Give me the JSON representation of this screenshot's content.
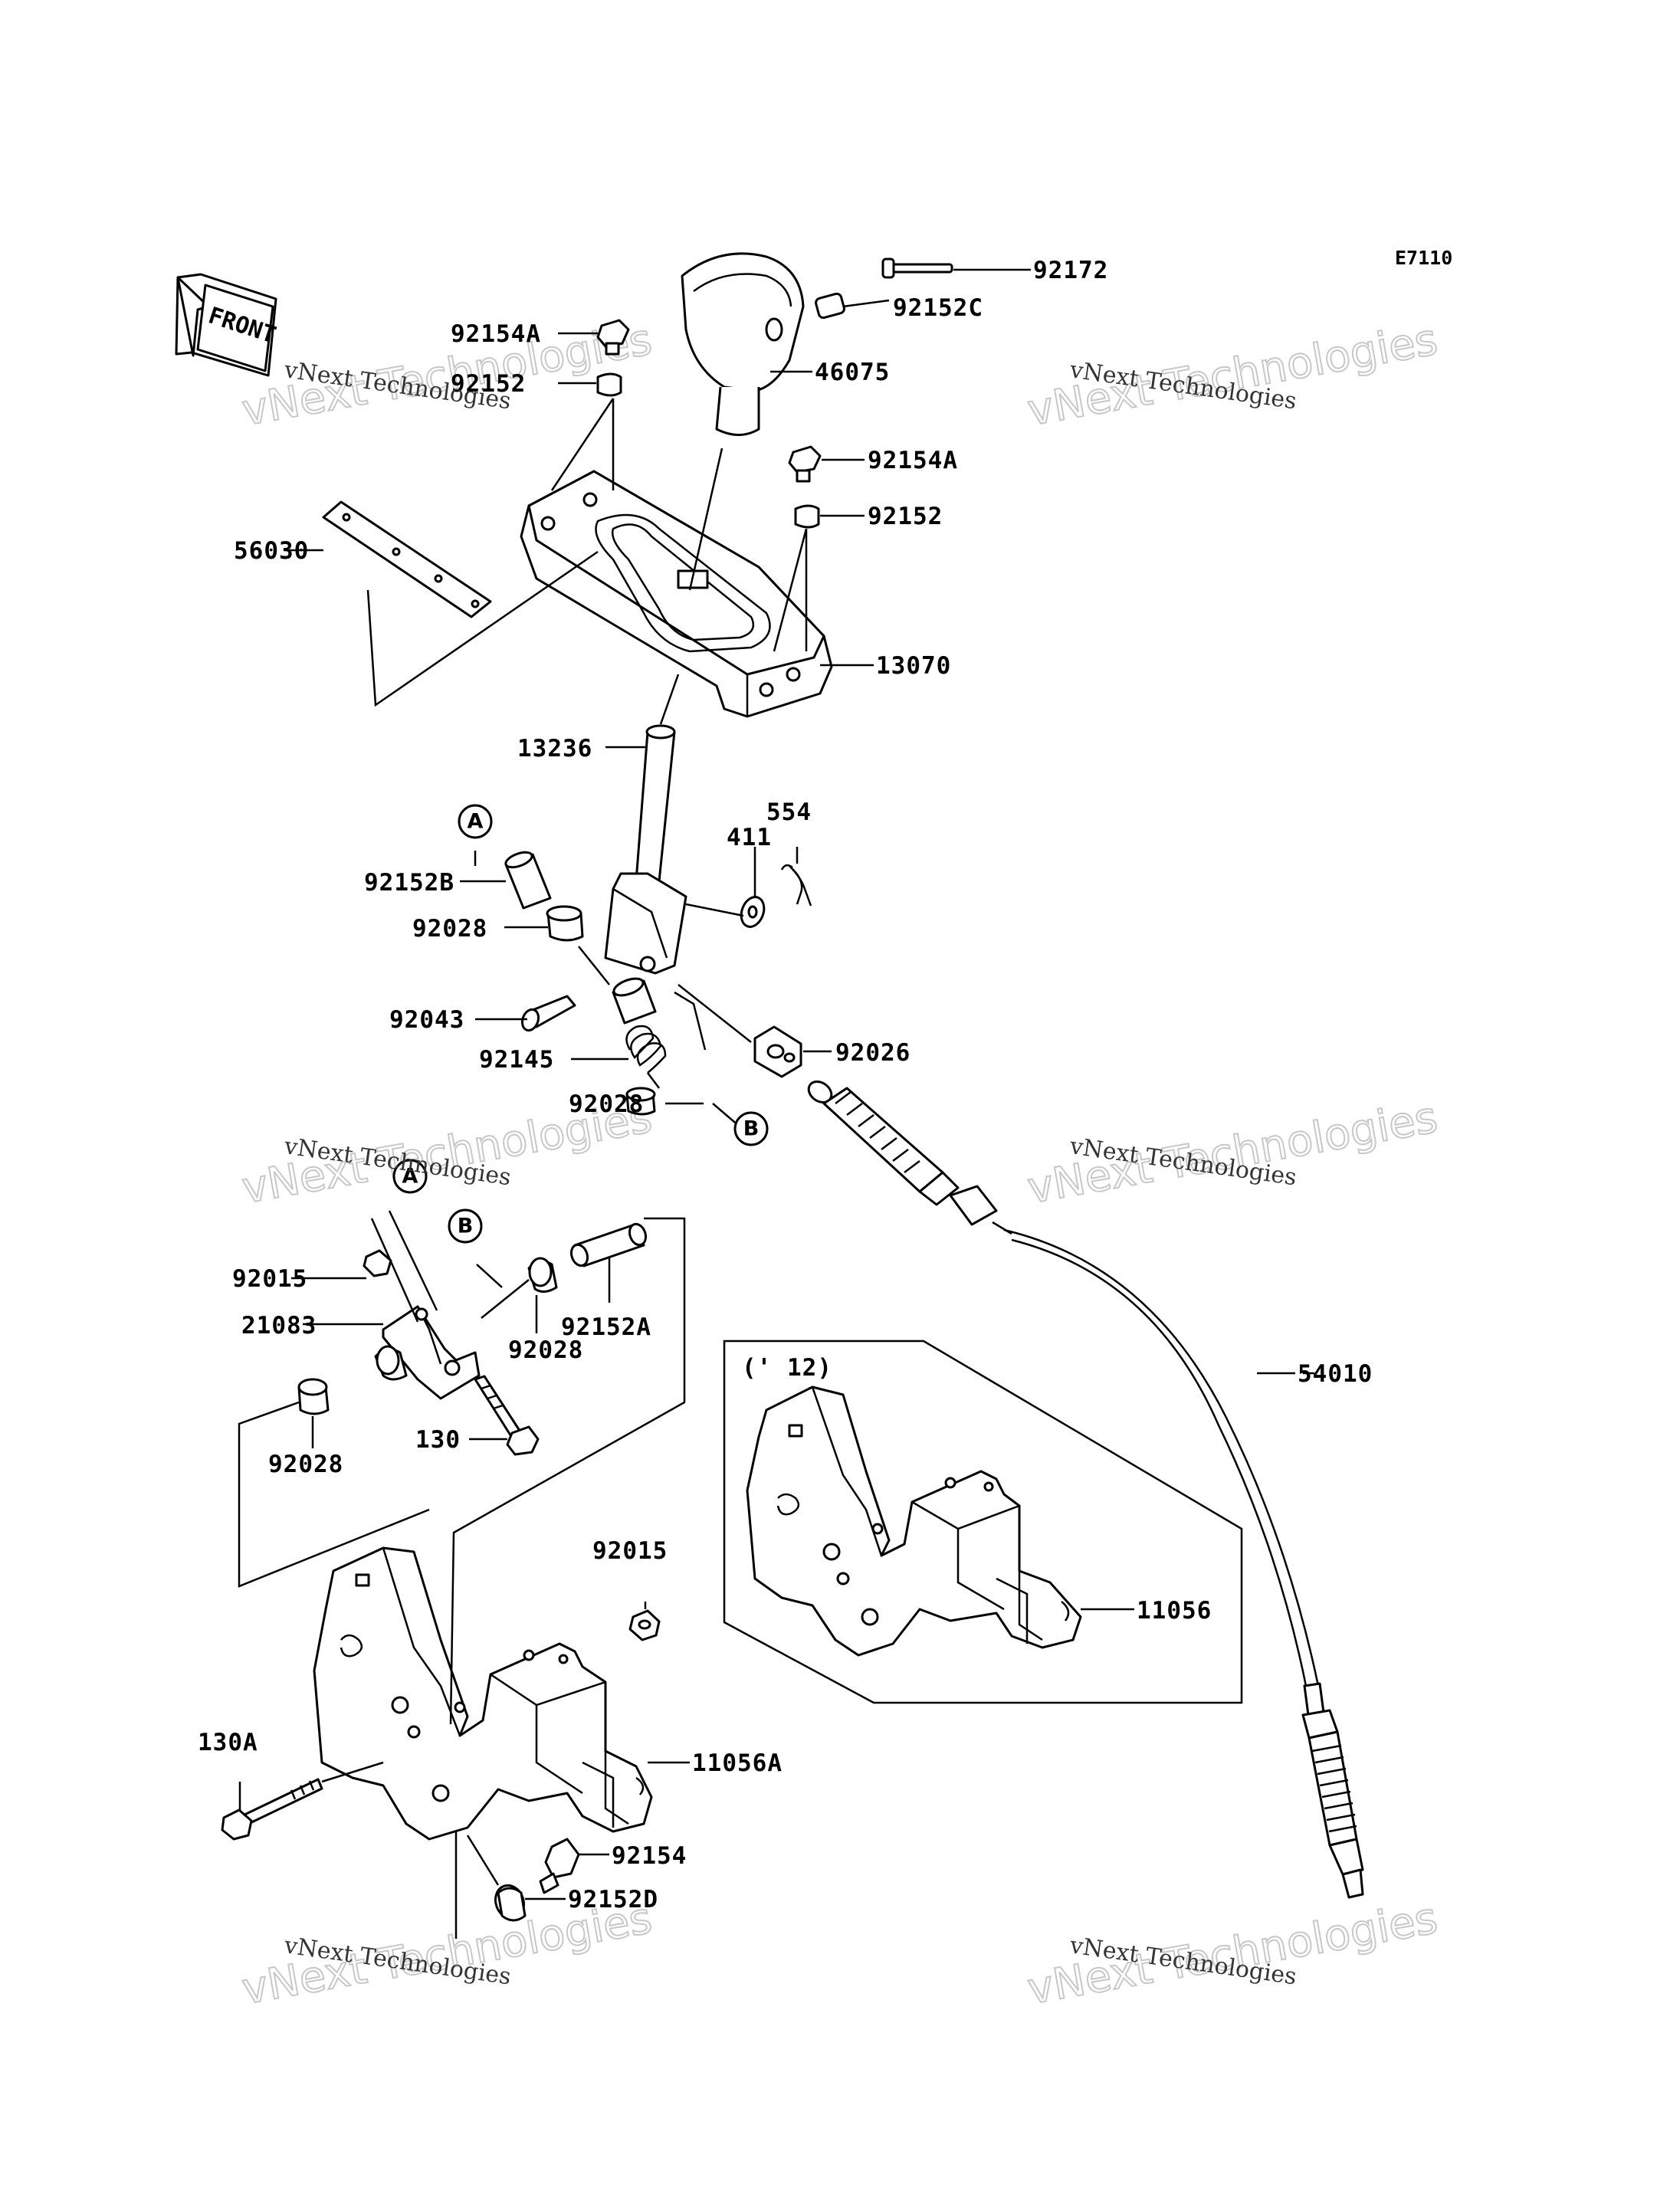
{
  "diagram_code": "E7110",
  "direction_badge": "FRONT",
  "variant_label": "(' 12)",
  "callouts": {
    "c_92172": "92172",
    "c_92152C": "92152C",
    "c_46075": "46075",
    "c_92154A_top": "92154A",
    "c_92152_top": "92152",
    "c_92154A_right": "92154A",
    "c_92152_right": "92152",
    "c_56030": "56030",
    "c_13070": "13070",
    "c_13236": "13236",
    "c_554": "554",
    "c_411": "411",
    "c_92152B": "92152B",
    "c_92028_a": "92028",
    "c_92043": "92043",
    "c_92145": "92145",
    "c_92026": "92026",
    "c_92028_b": "92028",
    "c_92015_a": "92015",
    "c_21083": "21083",
    "c_92152A": "92152A",
    "c_92028_c": "92028",
    "c_130": "130",
    "c_92028_d": "92028",
    "c_54010": "54010",
    "c_11056": "11056",
    "c_92015_b": "92015",
    "c_130A": "130A",
    "c_11056A": "11056A",
    "c_92154": "92154",
    "c_92152D": "92152D"
  },
  "ref_markers": {
    "a_top": "A",
    "b_top": "B",
    "a_bottom": "A",
    "b_bottom": "B"
  },
  "watermarks": [
    {
      "line1": "vNext Technologies",
      "line2": "vNext Technologies"
    },
    {
      "line1": "vNext Technologies",
      "line2": "vNext Technologies"
    },
    {
      "line1": "vNext Technologies",
      "line2": "vNext Technologies"
    },
    {
      "line1": "vNext Technologies",
      "line2": "vNext Technologies"
    },
    {
      "line1": "vNext Technologies",
      "line2": "vNext Technologies"
    },
    {
      "line1": "vNext Technologies",
      "line2": "vNext Technologies"
    }
  ]
}
